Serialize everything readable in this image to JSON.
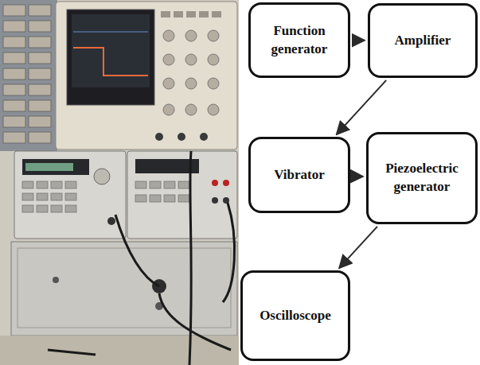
{
  "diagram": {
    "nodes": [
      {
        "text": [
          "Function generator"
        ]
      },
      {
        "text": [
          "Amplifier"
        ]
      },
      {
        "text": [
          "Vibrator"
        ]
      },
      {
        "text": [
          "Piezoelectric generator"
        ]
      },
      {
        "text": [
          "Oscilloscope"
        ]
      }
    ],
    "edges": [
      {
        "from": 0,
        "to": 1,
        "arrow": "to"
      },
      {
        "from": 1,
        "to": 2,
        "arrow": "to"
      },
      {
        "from": 2,
        "to": 3,
        "arrow": "to"
      },
      {
        "from": 3,
        "to": 4,
        "arrow": "to"
      }
    ]
  }
}
